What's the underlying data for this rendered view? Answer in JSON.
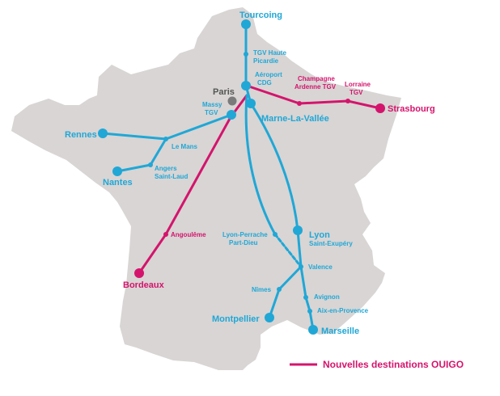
{
  "colors": {
    "blue": "#20a7d6",
    "pink": "#d4146c",
    "paris": "#7a7a7a",
    "land": "#d8d5d4",
    "background": "#ffffff"
  },
  "map_region": "France",
  "cities": {
    "tourcoing": "Tourcoing",
    "tgv_haute_picardie_1": "TGV Haute",
    "tgv_haute_picardie_2": "Picardie",
    "aeroport_cdg_1": "Aéroport",
    "aeroport_cdg_2": "CDG",
    "champagne_1": "Champagne",
    "champagne_2": "Ardenne TGV",
    "lorraine_1": "Lorraine",
    "lorraine_2": "TGV",
    "strasbourg": "Strasbourg",
    "paris": "Paris",
    "massy_1": "Massy",
    "massy_2": "TGV",
    "marne_la_vallee": "Marne-La-Vallée",
    "rennes": "Rennes",
    "le_mans": "Le Mans",
    "angers_1": "Angers",
    "angers_2": "Saint-Laud",
    "nantes": "Nantes",
    "angouleme": "Angoulême",
    "bordeaux": "Bordeaux",
    "lyon_perrache_1": "Lyon-Perrache",
    "lyon_perrache_2": "Part-Dieu",
    "lyon_1": "Lyon",
    "lyon_2": "Saint-Exupéry",
    "valence": "Valence",
    "nimes": "Nîmes",
    "avignon": "Avignon",
    "aix": "Aix-en-Provence",
    "montpellier": "Montpellier",
    "marseille": "Marseille"
  },
  "legend": {
    "label": "Nouvelles destinations OUIGO",
    "color": "pink"
  }
}
